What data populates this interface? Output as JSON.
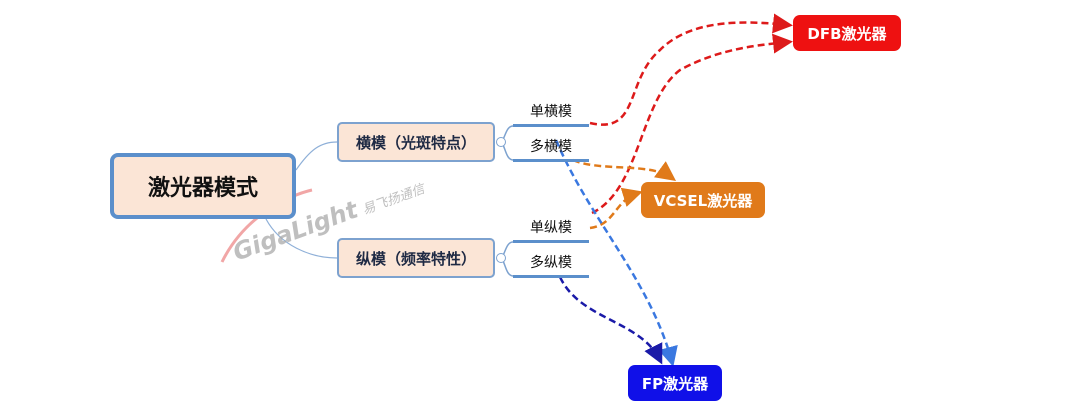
{
  "root": {
    "label": "激光器模式"
  },
  "branches": [
    {
      "label": "横模（光斑特点）",
      "leaves": [
        "单横模",
        "多横模"
      ]
    },
    {
      "label": "纵模（频率特性）",
      "leaves": [
        "单纵模",
        "多纵模"
      ]
    }
  ],
  "lasers": [
    {
      "label": "DFB激光器",
      "color": "#ee1111"
    },
    {
      "label": "VCSEL激光器",
      "color": "#e07a1a"
    },
    {
      "label": "FP激光器",
      "color": "#1010e8"
    }
  ],
  "watermark": {
    "brand": "GigaLight",
    "brand_cn": "易飞扬通信"
  }
}
